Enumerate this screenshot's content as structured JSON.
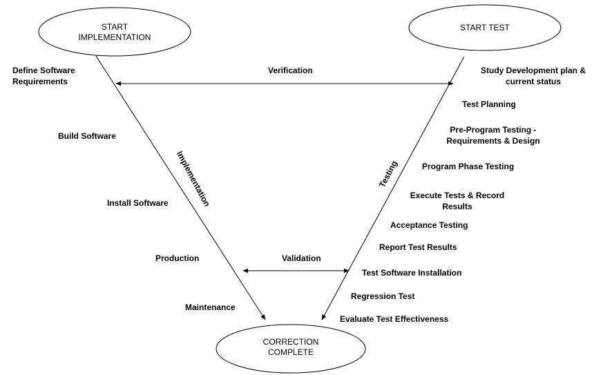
{
  "nodes": {
    "start_implementation": "START\nIMPLEMENTATION",
    "start_test": "START TEST",
    "correction_complete": "CORRECTION\nCOMPLETE"
  },
  "arrows": {
    "verification": "Verification",
    "validation": "Validation"
  },
  "branches": {
    "implementation": "Implementation",
    "testing": "Testing"
  },
  "implementation_steps": [
    "Define Software\nRequirements",
    "Build Software",
    "Install Software",
    "Production",
    "Maintenance"
  ],
  "testing_steps": [
    "Study Development plan &\ncurrent status",
    "Test Planning",
    "Pre-Program Testing -\nRequirements & Design",
    "Program Phase Testing",
    "Execute Tests & Record\nResults",
    "Acceptance Testing",
    "Report Test Results",
    "Test Software Installation",
    "Regression Test",
    "Evaluate Test Effectiveness"
  ],
  "colors": {
    "stroke": "#000000",
    "background": "#ffffff"
  }
}
